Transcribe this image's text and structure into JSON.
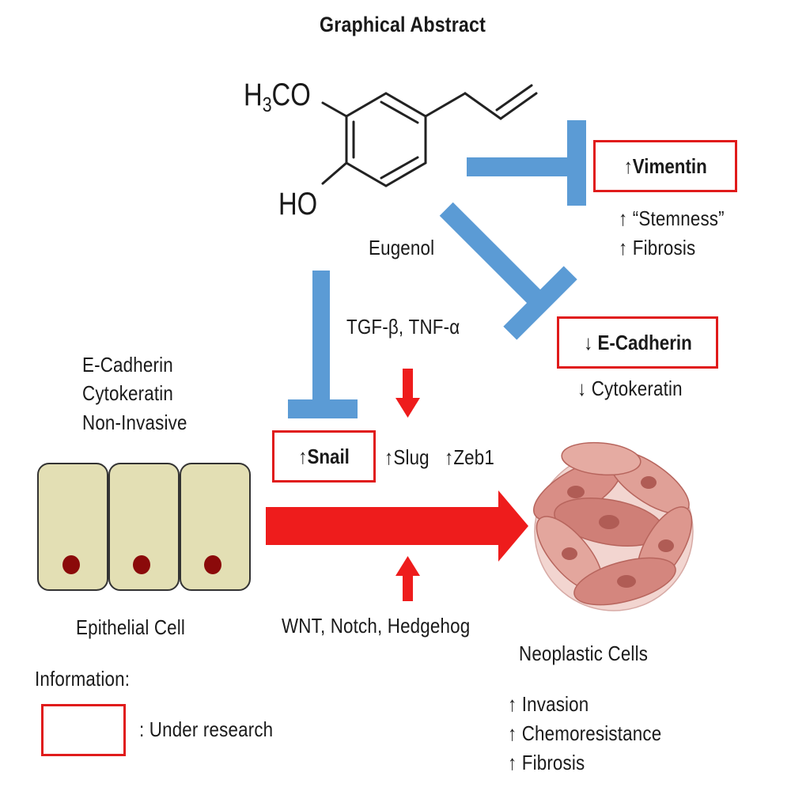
{
  "title": "Graphical Abstract",
  "molecule": {
    "label": "Eugenol",
    "methoxy_group": "H3CO",
    "hydroxyl_group": "HO"
  },
  "boxed_markers": {
    "vimentin": "↑Vimentin",
    "e_cadherin": "↓ E-Cadherin",
    "snail": "↑Snail"
  },
  "vimentin_effects": [
    "↑ “Stemness”",
    "↑ Fibrosis"
  ],
  "e_cadherin_effects": [
    "↓ Cytokeratin"
  ],
  "inducers_top": "TGF-β, TNF-α",
  "inducers_bottom": "WNT, Notch, Hedgehog",
  "transcription_factors": [
    "↑Slug",
    "↑Zeb1"
  ],
  "epithelial": {
    "markers": [
      "E-Cadherin",
      "Cytokeratin",
      "Non-Invasive"
    ],
    "label": "Epithelial  Cell"
  },
  "neoplastic": {
    "label": "Neoplastic  Cells",
    "effects": [
      "↑ Invasion",
      "↑ Chemoresistance",
      "↑ Fibrosis"
    ]
  },
  "legend": {
    "title": "Information:",
    "description": ": Under research"
  },
  "colors": {
    "inhibition": "#5b9bd5",
    "activation": "#ee1c1c",
    "box_border": "#e01b1b",
    "cell_fill": "#e3dfb4",
    "nucleus": "#8b0a0a",
    "neoplastic": "#d98e86"
  }
}
